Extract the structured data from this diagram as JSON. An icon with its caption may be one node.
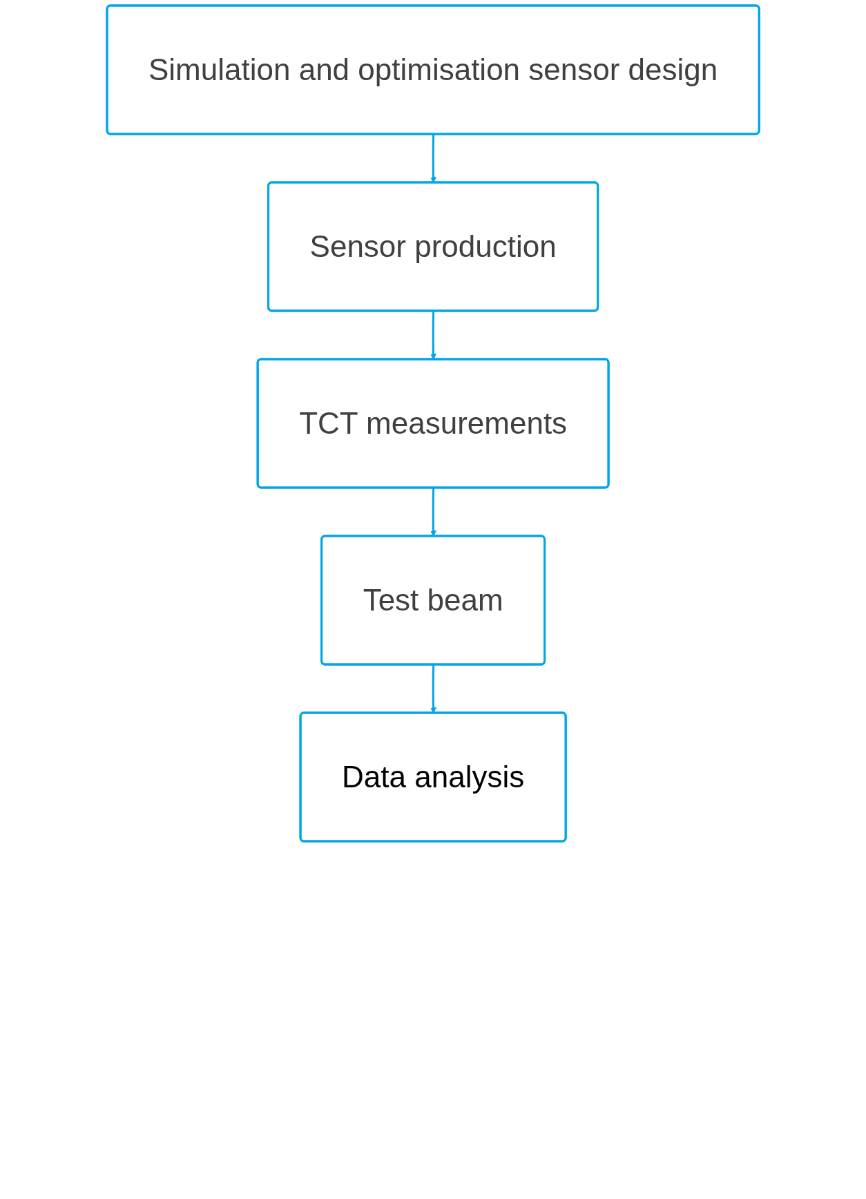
{
  "diagram": {
    "nodes": [
      {
        "text": [
          "Simulation and optimisation sensor design"
        ]
      },
      {
        "text": [
          "Sensor production"
        ]
      },
      {
        "text": [
          "TCT measurements"
        ]
      },
      {
        "text": [
          "Test beam"
        ]
      },
      {
        "text": [
          "Data analysis"
        ]
      }
    ],
    "edges": [
      {
        "from": 0,
        "to": 1,
        "arrow": "to"
      },
      {
        "from": 1,
        "to": 2,
        "arrow": "to"
      },
      {
        "from": 2,
        "to": 3,
        "arrow": "to"
      },
      {
        "from": 3,
        "to": 4,
        "arrow": "to"
      }
    ]
  }
}
